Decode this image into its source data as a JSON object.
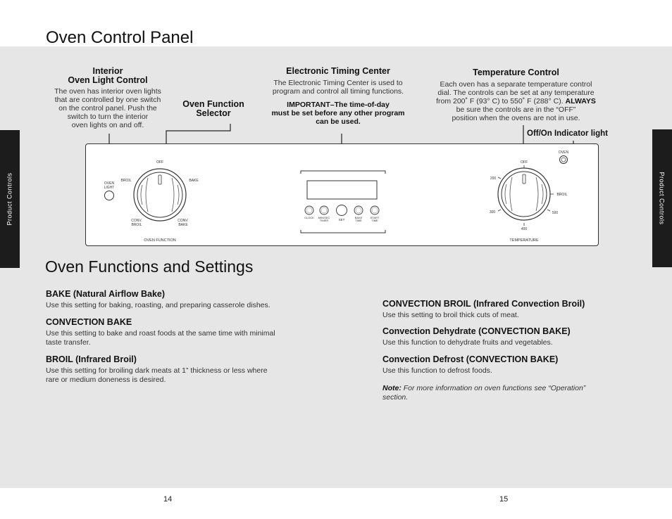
{
  "header": {
    "title": "Oven Control Panel"
  },
  "side_tabs": {
    "left": "Product Controls",
    "right": "Product Controls"
  },
  "callouts": {
    "interior_light": {
      "title_line1": "Interior",
      "title_line2": "Oven Light Control",
      "lines": [
        "The oven has interior oven lights",
        "that are controlled by one switch",
        "on the control panel. Push the",
        "switch to turn the interior",
        "oven lights on and off."
      ]
    },
    "function_selector": {
      "title_line1": "Oven Function",
      "title_line2": "Selector"
    },
    "timing_center": {
      "title": "Electronic Timing Center",
      "lines": [
        "The Electronic Timing Center is used to",
        "program and control all timing functions."
      ],
      "important_lines": [
        "IMPORTANT–The time-of-day",
        "must be set before any other program",
        "can be used."
      ]
    },
    "temperature": {
      "title": "Temperature Control",
      "lines": [
        "Each oven has a separate temperature control",
        "dial. The controls can be set at any temperature"
      ],
      "line3_pre": "from 200˚ F (93° C) to 550˚ F (288° C). ",
      "line3_bold": "ALWAYS",
      "lines_after": [
        "be sure the controls are in the “OFF”",
        "position when the ovens are not in use."
      ]
    },
    "indicator": {
      "title": "Off/On Indicator light"
    }
  },
  "panel": {
    "oven_light_label_1": "OVEN",
    "oven_light_label_2": "LIGHT",
    "function_dial": {
      "off": "OFF",
      "broil": "BROIL",
      "bake": "BAKE",
      "conv_broil_1": "CONV.",
      "conv_broil_2": "BROIL",
      "conv_bake_1": "CONV.",
      "conv_bake_2": "BAKE",
      "caption": "OVEN FUNCTION"
    },
    "timer_buttons": [
      {
        "l1": "CLOCK",
        "l2": ""
      },
      {
        "l1": "MIN/SEC",
        "l2": "TIMER"
      },
      {
        "l1": "SET",
        "l2": ""
      },
      {
        "l1": "BAKE",
        "l2": "TIME"
      },
      {
        "l1": "START",
        "l2": "TIME"
      }
    ],
    "temp_dial": {
      "off": "OFF",
      "t200": "200",
      "broil": "BROIL",
      "t300": "300",
      "t500": "500",
      "t400": "400",
      "caption": "TEMPERATURE",
      "oven_indicator": "OVEN"
    }
  },
  "section": {
    "title": "Oven Functions and Settings"
  },
  "functions_left": [
    {
      "title": "BAKE (Natural Airflow Bake)",
      "lines": [
        "Use this setting for baking, roasting, and preparing casserole dishes."
      ]
    },
    {
      "title": "CONVECTION BAKE",
      "lines": [
        "Use this setting to bake and roast foods at the same time with minimal",
        "taste transfer."
      ]
    },
    {
      "title": "BROIL (Infrared Broil)",
      "lines": [
        "Use this setting for broiling dark meats at 1” thickness or less where",
        "rare or medium doneness is desired."
      ]
    }
  ],
  "functions_right": [
    {
      "title": "CONVECTION BROIL (Infrared Convection Broil)",
      "lines": [
        "Use this setting to broil thick cuts of meat."
      ]
    },
    {
      "title": "Convection Dehydrate (CONVECTION BAKE)",
      "lines": [
        "Use this function to dehydrate fruits and vegetables."
      ]
    },
    {
      "title": "Convection Defrost (CONVECTION BAKE)",
      "lines": [
        "Use this function to defrost foods."
      ]
    }
  ],
  "note": {
    "label": "Note:",
    "text_line1": " For more information on oven functions see “Operation”",
    "text_line2": "section."
  },
  "page_numbers": {
    "left": "14",
    "right": "15"
  }
}
